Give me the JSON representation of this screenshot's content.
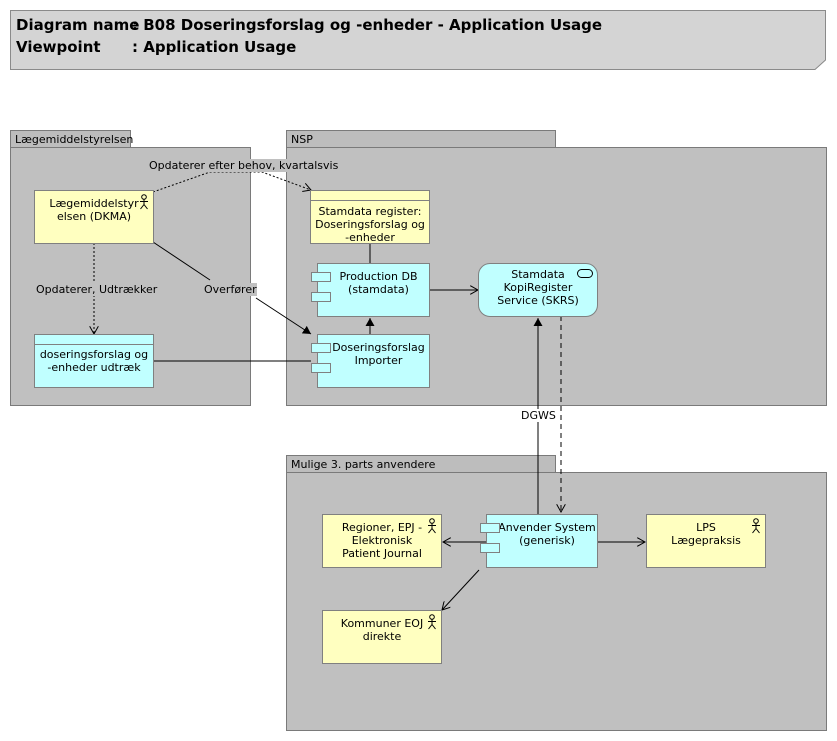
{
  "header": {
    "diagram_name_label": "Diagram name",
    "diagram_name_value": ": B08 Doseringsforslag og -enheder - Application Usage",
    "viewpoint_label": "Viewpoint",
    "viewpoint_value": ": Application Usage"
  },
  "groups": {
    "laegemiddel": "Lægemiddelstyrelsen",
    "nsp": "NSP",
    "tredjeparts": "Mulige 3. parts anvendere"
  },
  "nodes": {
    "dkma": "Lægemiddelstyr\nelsen (DKMA)",
    "udtraek": "doseringsforslag og\n-enheder udtræk",
    "stamdata_register": "Stamdata register:\nDoseringsforslag og\n-enheder",
    "production_db": "Production DB\n(stamdata)",
    "importer": "Doseringsforslag\nImporter",
    "skrs": "Stamdata\nKopiRegister\nService (SKRS)",
    "regioner": "Regioner, EPJ -\nElektronisk\nPatient Journal",
    "anvender": "Anvender System\n(generisk)",
    "lps": "LPS\nLægepraksis",
    "kommuner": "Kommuner EOJ\ndirekte"
  },
  "relations": {
    "opdaterer_efter_behov": "Opdaterer efter behov, kvartalsvis",
    "opdaterer_udtraekker": "Opdaterer, Udtrækker",
    "overfoerer": "Overfører",
    "dgws": "DGWS"
  },
  "icons": {
    "actor": "actor-icon",
    "component": "component-icon",
    "service": "service-icon"
  },
  "colors": {
    "actor_fill": "#ffffc0",
    "app_fill": "#c0ffff",
    "group_fill": "#c0c0c0",
    "header_fill": "#d4d4d4"
  }
}
